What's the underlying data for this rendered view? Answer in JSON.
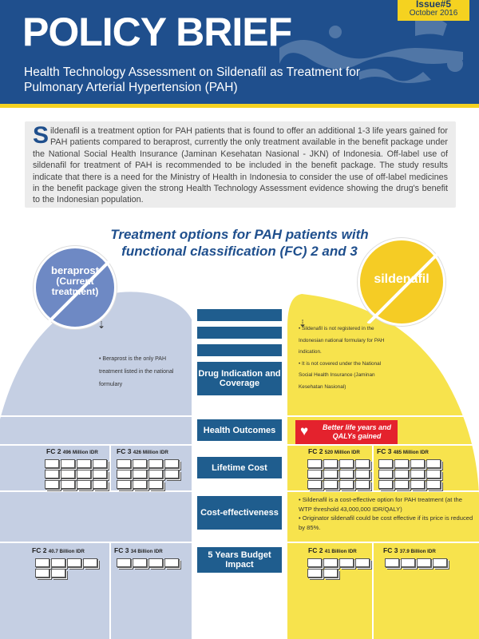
{
  "header": {
    "issue": "Issue#5",
    "date": "October 2016",
    "title": "POLICY BRIEF",
    "subtitle": "Health Technology Assessment on Sildenafil as Treatment for Pulmonary Arterial Hypertension (PAH)"
  },
  "intro": {
    "dropcap": "S",
    "text": "ildenafil is a treatment option for PAH patients that is found to offer an additional 1-3 life years gained for PAH patients compared to beraprost, currently the only treatment available in the benefit package under the National Social Health Insurance (Jaminan Kesehatan Nasional - JKN) of Indonesia. Off-label use of sildenafil for treatment of PAH is recommended to be included in the benefit package. The study results indicate that there is a need for the Ministry of Health in Indonesia to consider the use of off-label medicines in the benefit package given the strong Health Technology Assessment evidence showing the drug's benefit to the Indonesian population."
  },
  "section_title_line1": "Treatment options for PAH patients with",
  "section_title_line2": "functional classification (FC) 2 and 3",
  "left": {
    "circle_name": "beraprost",
    "circle_sub": "(Current treatment)",
    "drug_note": "Beraprost is the only PAH treatment listed in the national formulary",
    "lifetime": [
      {
        "fc": "FC 2",
        "amount": "496 Million IDR"
      },
      {
        "fc": "FC 3",
        "amount": "426 Million IDR"
      }
    ],
    "budget": [
      {
        "fc": "FC 2",
        "amount": "40.7 Billion IDR"
      },
      {
        "fc": "FC 3",
        "amount": "34 Billion IDR"
      }
    ],
    "color": "#c5cfe3"
  },
  "right": {
    "circle_name": "sildenafil",
    "drug_notes": [
      "Sildenafil is not registered in the Indonesian national formulary for PAH indication.",
      "It is not covered under the National Social Health Insurance (Jaminan Kesehatan Nasional)"
    ],
    "outcome_banner": "Better life years and QALYs gained",
    "lifetime": [
      {
        "fc": "FC 2",
        "amount": "520 Million IDR"
      },
      {
        "fc": "FC 3",
        "amount": "485 Million IDR"
      }
    ],
    "ce_notes": [
      "Sildenafil is a cost-effective option for PAH treatment (at the WTP threshold 43,000,000 IDR/QALY)",
      "Originator sildenafil could be cost effective if its price is reduced by 85%."
    ],
    "budget": [
      {
        "fc": "FC 2",
        "amount": "41 Billion IDR"
      },
      {
        "fc": "FC 3",
        "amount": "37.9 Billion IDR"
      }
    ],
    "color": "#f7e34d"
  },
  "center_labels": {
    "drug": "Drug Indication and Coverage",
    "outcomes": "Health Outcomes",
    "lifetime": "Lifetime Cost",
    "ce": "Cost-effectiveness",
    "budget": "5 Years Budget Impact"
  }
}
